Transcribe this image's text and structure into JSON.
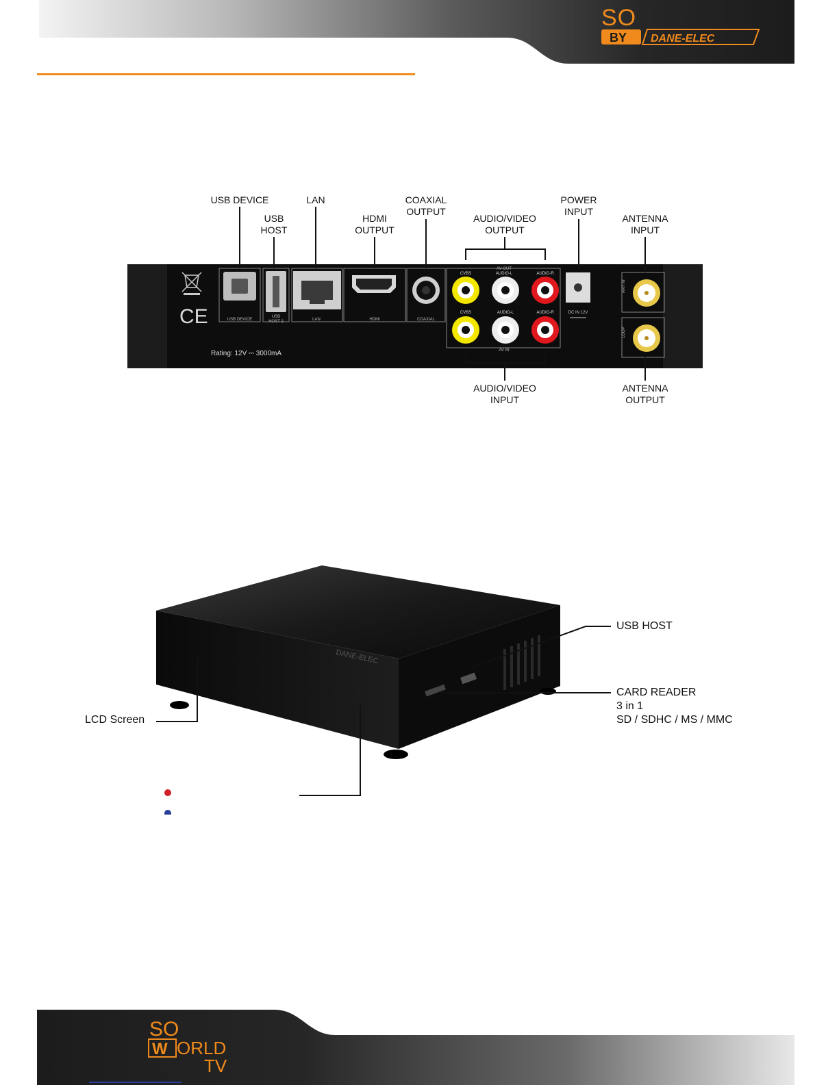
{
  "header": {
    "brand_top": "SO",
    "brand_by": "BY",
    "brand_name": "DANE-ELEC"
  },
  "rear_panel": {
    "callouts": {
      "usb_device": "USB DEVICE",
      "usb_host_1": "USB",
      "usb_host_2": "HOST",
      "lan": "LAN",
      "hdmi_1": "HDMI",
      "hdmi_2": "OUTPUT",
      "coax_1": "COAXIAL",
      "coax_2": "OUTPUT",
      "av_out_1": "AUDIO/VIDEO",
      "av_out_2": "OUTPUT",
      "power_1": "POWER",
      "power_2": "INPUT",
      "ant_in_1": "ANTENNA",
      "ant_in_2": "INPUT",
      "av_in_1": "AUDIO/VIDEO",
      "av_in_2": "INPUT",
      "ant_out_1": "ANTENNA",
      "ant_out_2": "OUTPUT"
    },
    "printed": {
      "usb_device": "USB DEVICE",
      "usb_host2_a": "USB",
      "usb_host2_b": "HOST 2",
      "lan": "LAN",
      "hdmi": "HDMI",
      "coaxial": "COAXIAL",
      "av_out": "AV OUT",
      "av_in": "AV IN",
      "cvbs": "CVBS",
      "audio_l": "AUDIO-L",
      "audio_r": "AUDIO-R",
      "dc_in": "DC IN 12V",
      "ant_in": "ANT IN",
      "loop": "LOOP",
      "rating": "Rating: 12V ⎓ 3000mA",
      "ce": "CE"
    }
  },
  "front_view": {
    "usb_host": "USB HOST",
    "card_reader_1": "CARD READER",
    "card_reader_2": "3 in 1",
    "card_reader_3": "SD / SDHC / MS / MMC",
    "lcd_screen": "LCD Screen",
    "device_logo": "DANE-ELEC"
  },
  "legend": {
    "colors": [
      "#d0202a",
      "#2a3f9a"
    ]
  },
  "footer": {
    "logo_so": "SO",
    "logo_w": "W",
    "logo_orld": "ORLD",
    "logo_tv": "TV"
  },
  "colors": {
    "accent_orange": "#f08a1c",
    "dark": "#1a1a1a"
  }
}
